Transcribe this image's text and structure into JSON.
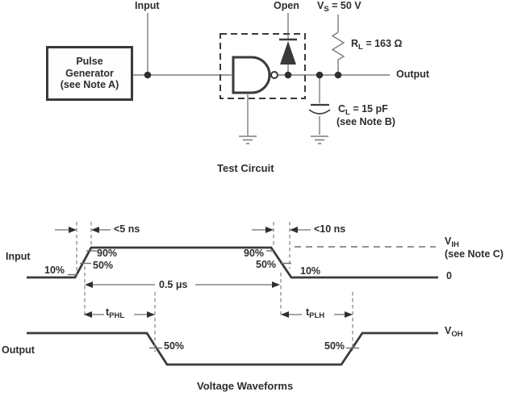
{
  "colors": {
    "line_dark": "#3a3a3a",
    "line_gray": "#7d7d7d",
    "text": "#2d2d2d"
  },
  "test_circuit": {
    "caption": "Test Circuit",
    "input_label": "Input",
    "open_label": "Open",
    "output_label": "Output",
    "pulse_generator": {
      "line1": "Pulse",
      "line2": "Generator",
      "line3": "(see Note A)"
    },
    "vs_label": {
      "pre": "V",
      "sub": "S",
      "post": " = 50 V"
    },
    "rl_label": {
      "pre": "R",
      "sub": "L",
      "post": " = 163 Ω"
    },
    "cl_label": {
      "pre": "C",
      "sub": "L",
      "post": " = 15 pF"
    },
    "cl_note": "(see Note B)"
  },
  "waveforms": {
    "caption": "Voltage Waveforms",
    "input_label": "Input",
    "output_label": "Output",
    "rise_time_label": "<5 ns",
    "fall_time_label": "<10 ns",
    "pulse_width_label": "0.5 μs",
    "t_phl": {
      "pre": "t",
      "sub": "PHL"
    },
    "t_plh": {
      "pre": "t",
      "sub": "PLH"
    },
    "v_ih": {
      "pre": "V",
      "sub": "IH"
    },
    "v_ih_note": "(see Note C)",
    "v_oh": {
      "pre": "V",
      "sub": "OH"
    },
    "zero_level_label": "0",
    "input_levels": {
      "rise_10": "10%",
      "rise_90": "90%",
      "rise_50": "50%",
      "fall_90": "90%",
      "fall_50": "50%",
      "fall_10": "10%"
    },
    "output_levels": {
      "fall_50": "50%",
      "rise_50": "50%"
    }
  }
}
